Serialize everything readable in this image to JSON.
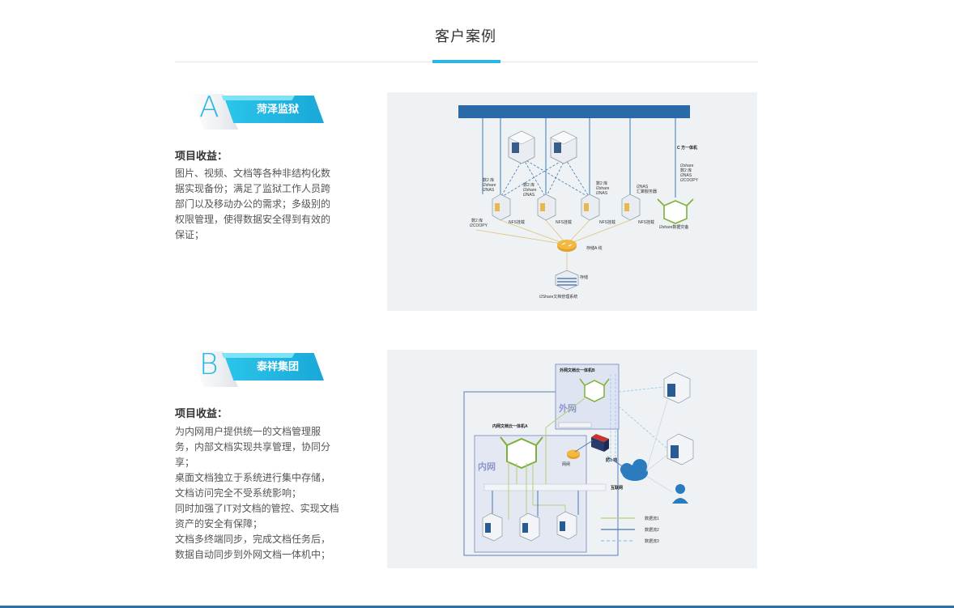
{
  "section": {
    "title": "客户案例"
  },
  "cases": [
    {
      "letter": "A",
      "name": "菏泽监狱",
      "benefit_heading": "项目收益：",
      "benefit_lines": [
        "图片、视频、文档等各种非结构化数",
        "据实现备份；满足了监狱工作人员跨",
        "部门以及移动办公的需求；多级别的",
        "权限管理，使得数据安全得到有效的",
        "保证；"
      ],
      "diagram": {
        "labels": {
          "c_machine": "C 方一体机",
          "c_info": [
            "i2share",
            "数2 库",
            "i2NAS",
            "i2COOPY"
          ],
          "node1": [
            "数2 库",
            "i2share",
            "i2NAS"
          ],
          "node2": [
            "数2 库",
            "i2share",
            "i2NAS"
          ],
          "node3": [
            "数2 库",
            "i2share",
            "i2NAS"
          ],
          "node4": [
            "i2NAS",
            "汇聚服务器"
          ],
          "bottom_left": [
            "数2 库",
            "i2COOPY"
          ],
          "nfs1": "NFS挂载",
          "nfs2": "NFS挂载",
          "nfs3": "NFS挂载",
          "nfs4": "NFS挂载",
          "cloud_box": "i2share数据灾备",
          "storage_switch": "存储A 线",
          "storage": "存储",
          "storage_system": "i2Share文档管理系统"
        }
      }
    },
    {
      "letter": "B",
      "name": "泰祥集团",
      "benefit_heading": "项目收益：",
      "benefit_lines": [
        "为内网用户提供统一的文档管理服",
        "务，内部文档实现共享管理，协同分",
        "享；",
        "桌面文档独立于系统进行集中存储，",
        "文档访问完全不受系统影响；",
        "同时加强了IT对文档的管控、实现文档",
        "资产的安全有保障；",
        "文档多终端同步，完成文档任务后，",
        "数据自动同步到外网文档一体机中；"
      ],
      "diagram": {
        "labels": {
          "outer_box": "外网文档云一体机B",
          "outer_zone": "外网",
          "inner_box": "内网文档云一体机A",
          "inner_zone": "内网",
          "gateway": "网闸",
          "firewall": "防1 墙",
          "internet": "互联网",
          "legend": [
            "数据流1",
            "数据流2",
            "数据流3"
          ]
        },
        "colors": {
          "flow1": "#b7cf7a",
          "flow2": "#4a78b5",
          "flow3": "#8fc8e6"
        }
      }
    }
  ]
}
